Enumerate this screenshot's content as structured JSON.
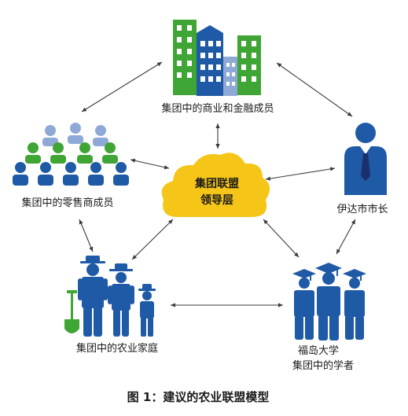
{
  "nodes": {
    "commerce_finance": {
      "label": "集团中的商业和金融成员"
    },
    "retail": {
      "label": "集团中的零售商成员"
    },
    "leadership": {
      "line1": "集团联盟",
      "line2": "领导层"
    },
    "mayor": {
      "label": "伊达市市长"
    },
    "farm_family": {
      "label": "集团中的农业家庭"
    },
    "scholars": {
      "line1": "福岛大学",
      "line2": "集团中的学者"
    }
  },
  "caption": "图 1：建议的农业联盟模型",
  "colors": {
    "blue": "#1f5aa6",
    "green": "#3fa535",
    "lightblue": "#8fa9d6",
    "yellow": "#f5c518",
    "building_gray": "#9aa7c7"
  }
}
